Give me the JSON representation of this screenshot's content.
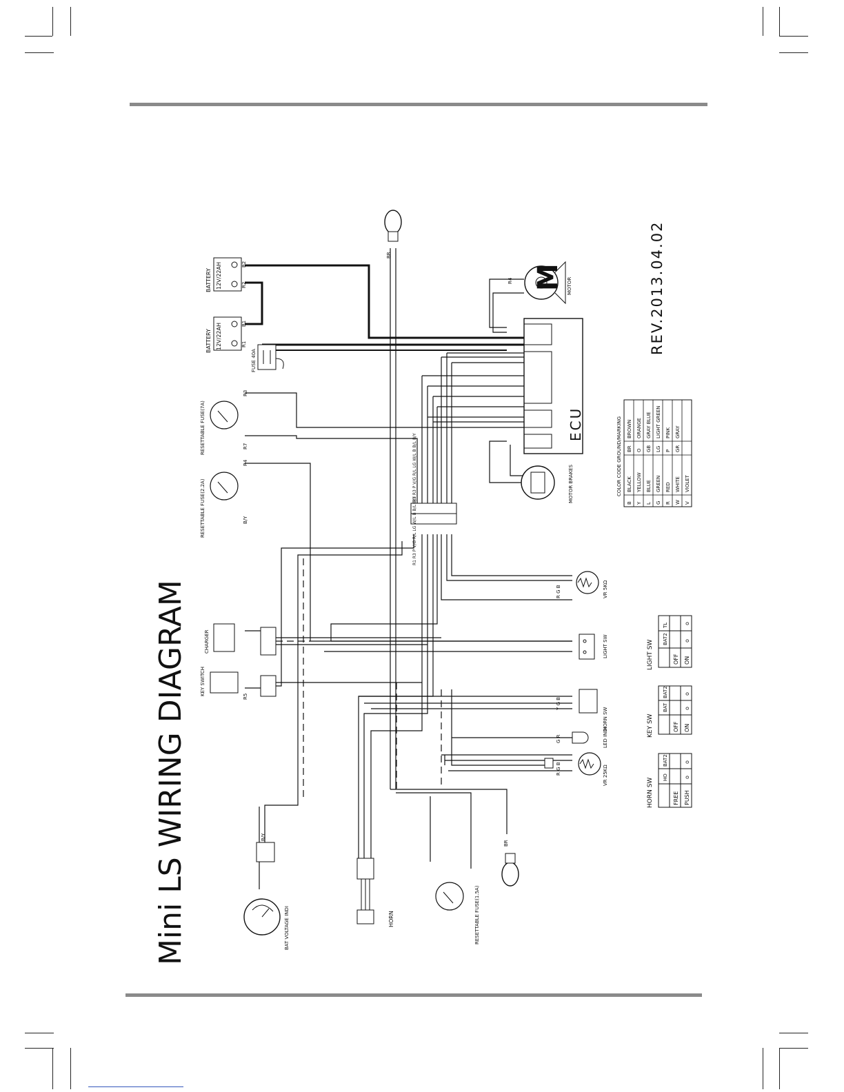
{
  "title": "Mini LS WIRING DIAGRAM",
  "revision": "REV.2013.04.02",
  "components": {
    "battery_1": "BATTERY",
    "battery_1_rating": "12V/22AH",
    "battery_2": "BATTERY",
    "battery_2_rating": "12V/22AH",
    "fuse_40a": "FUSE 40A",
    "resettable_fuse_7a": "RESETTABLE FUSE(7A)",
    "resettable_fuse_2_2a": "RESETTABLE FUSE(2.2A)",
    "resettable_fuse_1_5a": "RESETTABLE FUSE(1.5A)",
    "motor": "MOTOR",
    "ecu": "ECU",
    "motor_brakes": "MOTOR BRAKES",
    "charger": "CHARGER",
    "key_switch": "KEY SWITCH",
    "vr_5k": "VR 5KΩ",
    "vr_25k": "VR 25KΩ",
    "light_sw": "LIGHT SW",
    "horn_sw": "HORN SW",
    "led_indi": "LED INDI",
    "horn": "HORN",
    "bat_voltage_indi": "BAT VOLTAGE INDI"
  },
  "wire_labels": {
    "B1": "B1",
    "B2": "B2",
    "R1": "R1",
    "R2": "R2",
    "R3": "R3",
    "R4": "R4",
    "R5": "R5",
    "R7": "R7",
    "BY": "B/Y",
    "BR": "BR",
    "G": "G",
    "B": "B",
    "RGB": "R G B",
    "YGB": "Y G B",
    "GR": "G R",
    "connector_left": "R1 R3 P V/G R/L LG W/L B B/L B/Y",
    "connector_right": "R3 R3 P V/G R/L LG W/L B B/L B/Y"
  },
  "color_table": {
    "heading": "COLOR CODE GROUND/MARKING",
    "rows": [
      [
        "B",
        "BLACK",
        "BR",
        "BROWN"
      ],
      [
        "Y",
        "YELLOW",
        "O",
        "ORANGE"
      ],
      [
        "L",
        "BLUE",
        "GB",
        "GRAY BLUE"
      ],
      [
        "G",
        "GREEN",
        "LG",
        "LIGHT GREEN"
      ],
      [
        "R",
        "RED",
        "P",
        "PINK"
      ],
      [
        "W",
        "WHITE",
        "GR",
        "GRAY"
      ],
      [
        "V",
        "VIOLET",
        "",
        ""
      ]
    ]
  },
  "switch_tables": {
    "light_sw": {
      "title": "LIGHT SW",
      "cols": [
        "",
        "BAT2",
        "TL"
      ],
      "rows": [
        [
          "OFF",
          "",
          ""
        ],
        [
          "ON",
          "o",
          "o"
        ]
      ]
    },
    "key_sw": {
      "title": "KEY SW",
      "cols": [
        "",
        "BAT",
        "BAT2"
      ],
      "rows": [
        [
          "OFF",
          "",
          ""
        ],
        [
          "ON",
          "o",
          "o"
        ]
      ]
    },
    "horn_sw": {
      "title": "HORN SW",
      "cols": [
        "",
        "HO",
        "BAT2"
      ],
      "rows": [
        [
          "FREE",
          "",
          ""
        ],
        [
          "PUSH",
          "o",
          "o"
        ]
      ]
    }
  }
}
